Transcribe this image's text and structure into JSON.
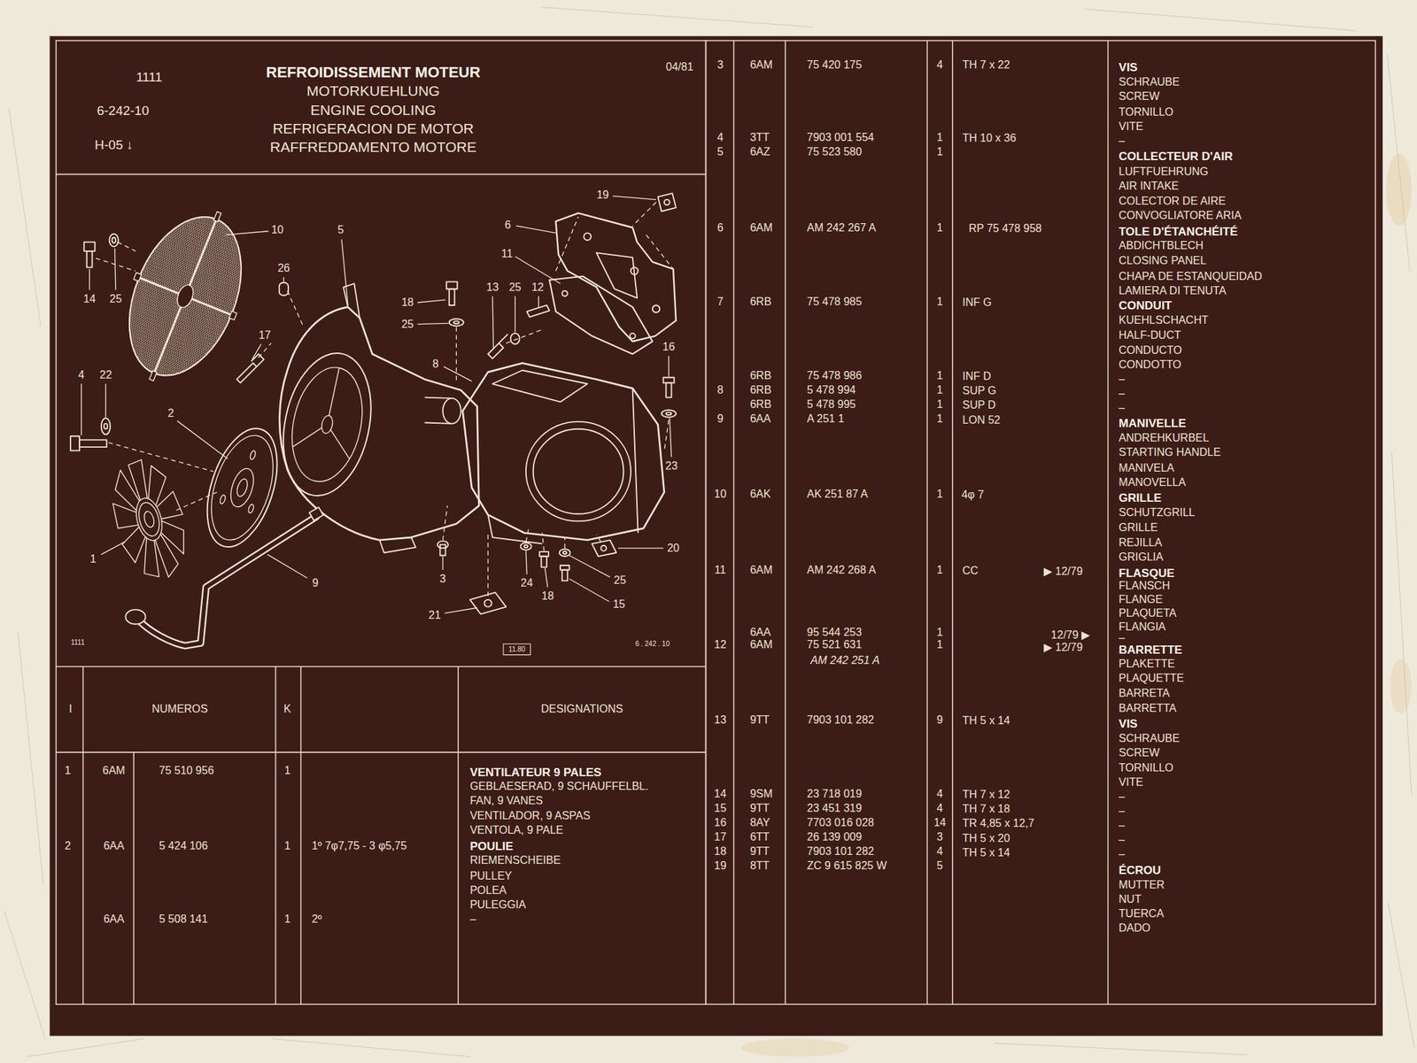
{
  "diagram": {
    "title": "REFROIDISSEMENT MOTEUR",
    "labels": [
      "1111",
      "6-242-10",
      "H-05 ↓",
      "MOTORKUEHLUNG",
      "ENGINE COOLING",
      "REFRIGERACION DE MOTOR",
      "RAFFREDDAMENTO MOTORE",
      "04/81",
      "10",
      "5",
      "19",
      "6",
      "11",
      "26",
      "14",
      "25",
      "18",
      "25",
      "13",
      "25",
      "12",
      "17",
      "16",
      "8",
      "4",
      "22",
      "2",
      "23",
      "1",
      "9",
      "3",
      "24",
      "18",
      "20",
      "25",
      "15",
      "21",
      "1111",
      "11.80",
      "6 . 242 . 10",
      "I",
      "NUMEROS",
      "K",
      "DESIGNATIONS",
      "1",
      "6AM",
      "75 510 956",
      "1",
      "VENTILATEUR 9 PALES",
      "GEBLAESERAD, 9 SCHAUFFELBL.",
      "FAN, 9 VANES",
      "VENTILADOR, 9 ASPAS",
      "VENTOLA, 9 PALE",
      "2",
      "6AA",
      "5 424 106",
      "1",
      "1º 7φ7,75 - 3 φ5,75",
      "POULIE",
      "RIEMENSCHEIBE",
      "PULLEY",
      "POLEA",
      "PULEGGIA",
      "6AA",
      "5 508 141",
      "1",
      "2º",
      "–",
      "3",
      "6AM",
      "75 420 175",
      "4",
      "TH 7 x 22",
      "VIS",
      "SCHRAUBE",
      "SCREW",
      "TORNILLO",
      "VITE",
      "–",
      "4",
      "3TT",
      "7903 001 554",
      "1",
      "TH 10 x 36",
      "5",
      "6AZ",
      "75 523 580",
      "1",
      "COLLECTEUR D'AIR",
      "LUFTFUEHRUNG",
      "AIR INTAKE",
      "COLECTOR DE AIRE",
      "CONVOGLIATORE ARIA",
      "6",
      "6AM",
      "AM 242 267 A",
      "1",
      "RP 75 478 958",
      "TOLE D'ÉTANCHÉITÉ",
      "ABDICHTBLECH",
      "CLOSING PANEL",
      "CHAPA DE ESTANQUEIDAD",
      "LAMIERA DI TENUTA",
      "7",
      "6RB",
      "75 478 985",
      "1",
      "INF G",
      "CONDUIT",
      "KUEHLSCHACHT",
      "HALF-DUCT",
      "CONDUCTO",
      "CONDOTTO",
      "6RB",
      "75 478 986",
      "1",
      "INF D",
      "8",
      "6RB",
      "5 478 994",
      "1",
      "SUP G",
      "6RB",
      "5 478 995",
      "1",
      "SUP D",
      "9",
      "6AA",
      "A 251 1",
      "1",
      "LON 52",
      "–",
      "–",
      "–",
      "MANIVELLE",
      "ANDREHKURBEL",
      "STARTING HANDLE",
      "MANIVELA",
      "MANOVELLA",
      "10",
      "6AK",
      "AK 251 87 A",
      "1",
      "4φ 7",
      "GRILLE",
      "SCHUTZGRILL",
      "GRILLE",
      "REJILLA",
      "GRIGLIA",
      "11",
      "6AM",
      "AM 242 268 A",
      "1",
      "CC",
      "▶ 12/79",
      "FLASQUE",
      "FLANSCH",
      "FLANGE",
      "PLAQUETA",
      "FLANGIA",
      "6AA",
      "95 544 253",
      "1",
      "12/79 ▶",
      "12",
      "6AM",
      "75 521 631",
      "1",
      "▶ 12/79",
      "AM 242 251 A",
      "–",
      "BARRETTE",
      "PLAKETTE",
      "PLAQUETTE",
      "BARRETA",
      "BARRETTA",
      "13",
      "9TT",
      "7903 101 282",
      "9",
      "TH 5 x 14",
      "VIS",
      "SCHRAUBE",
      "SCREW",
      "TORNILLO",
      "VITE",
      "14",
      "9SM",
      "23 718 019",
      "4",
      "TH 7 x 12",
      "–",
      "15",
      "9TT",
      "23 451 319",
      "4",
      "TH 7 x 18",
      "–",
      "16",
      "8AY",
      "7703 016 028",
      "14",
      "TR 4,85 x 12,7",
      "–",
      "17",
      "6TT",
      "26 139 009",
      "3",
      "TH 5 x 20",
      "–",
      "18",
      "9TT",
      "7903 101 282",
      "4",
      "TH 5 x 14",
      "–",
      "19",
      "8TT",
      "ZC 9 615 825 W",
      "5",
      "ÉCROU",
      "MUTTER",
      "NUT",
      "TUERCA",
      "DADO"
    ]
  }
}
